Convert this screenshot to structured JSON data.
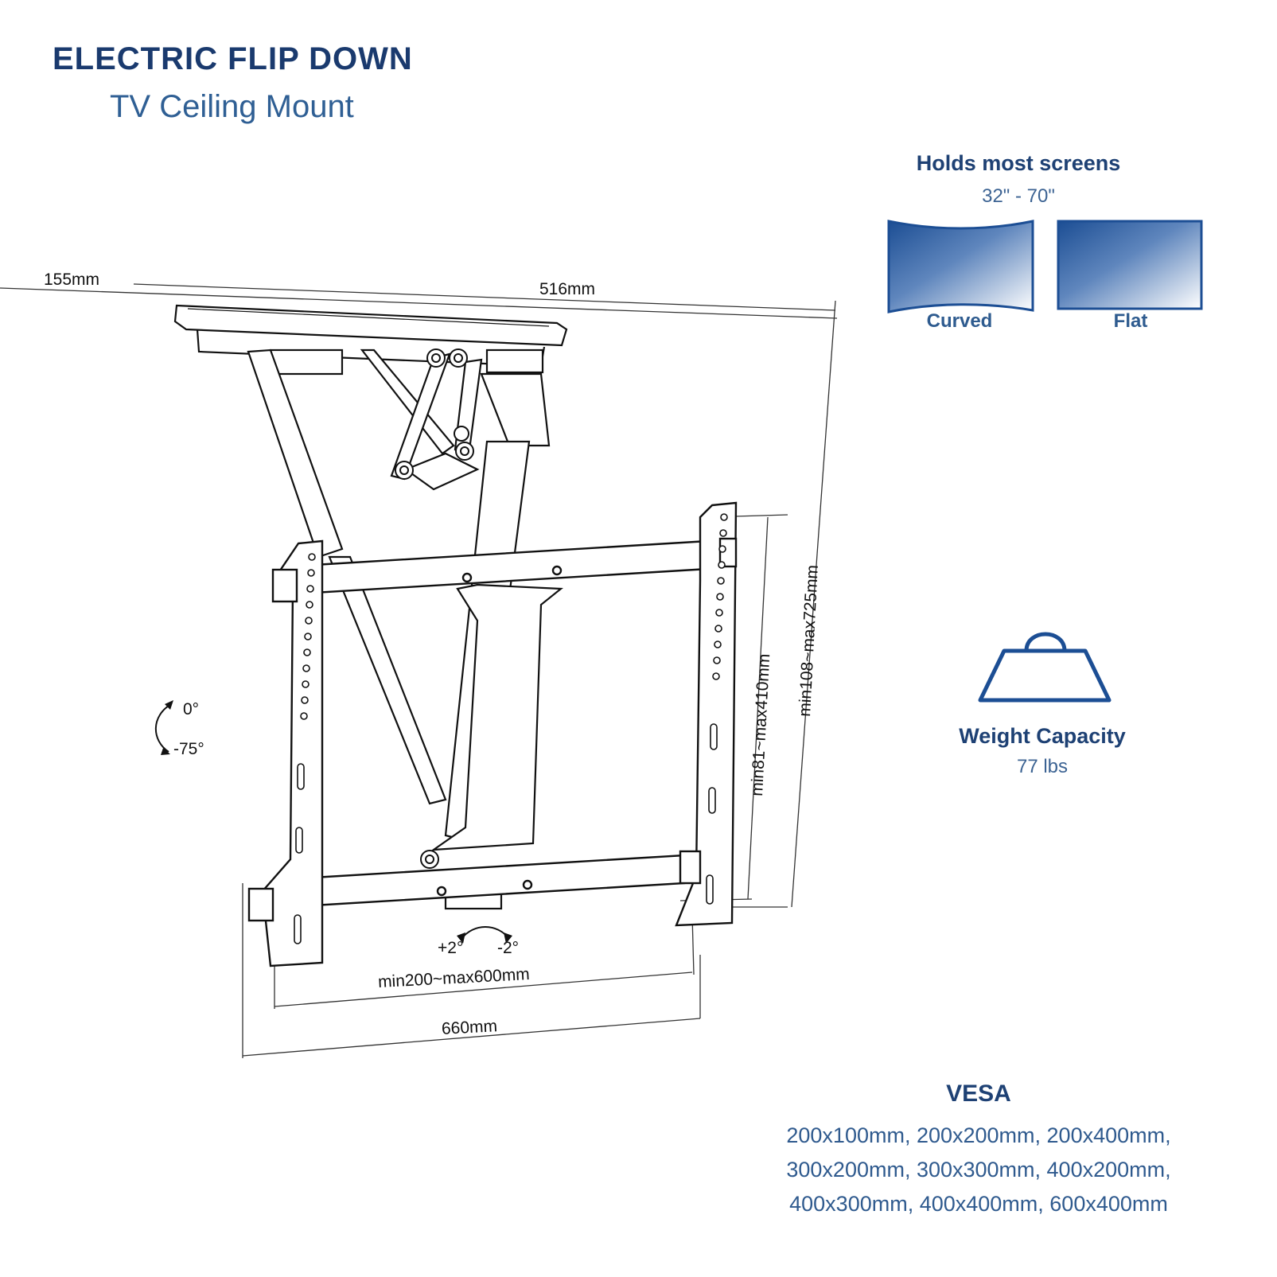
{
  "header": {
    "title": "ELECTRIC FLIP DOWN",
    "subtitle": "TV Ceiling Mount"
  },
  "dimensions": {
    "depth": "155mm",
    "width_top": "516mm",
    "vertical_range": "min81~max410mm",
    "height_range": "min108~max725mm",
    "horizontal_range": "min200~max600mm",
    "overall_width": "660mm",
    "tilt_top": "0°",
    "tilt_bottom": "-75°",
    "swivel_left": "+2°",
    "swivel_right": "-2°"
  },
  "screens": {
    "title": "Holds most screens",
    "size_range": "32\" - 70\"",
    "curved_label": "Curved",
    "flat_label": "Flat",
    "colors": {
      "dark": "#1c4e94",
      "light": "#ffffff"
    }
  },
  "weight": {
    "icon": "weight-icon",
    "label": "Weight Capacity",
    "value": "77 lbs"
  },
  "vesa": {
    "title": "VESA",
    "lines": [
      "200x100mm, 200x200mm, 200x400mm,",
      "300x200mm, 300x300mm, 400x200mm,",
      "400x300mm, 400x400mm, 600x400mm"
    ]
  }
}
